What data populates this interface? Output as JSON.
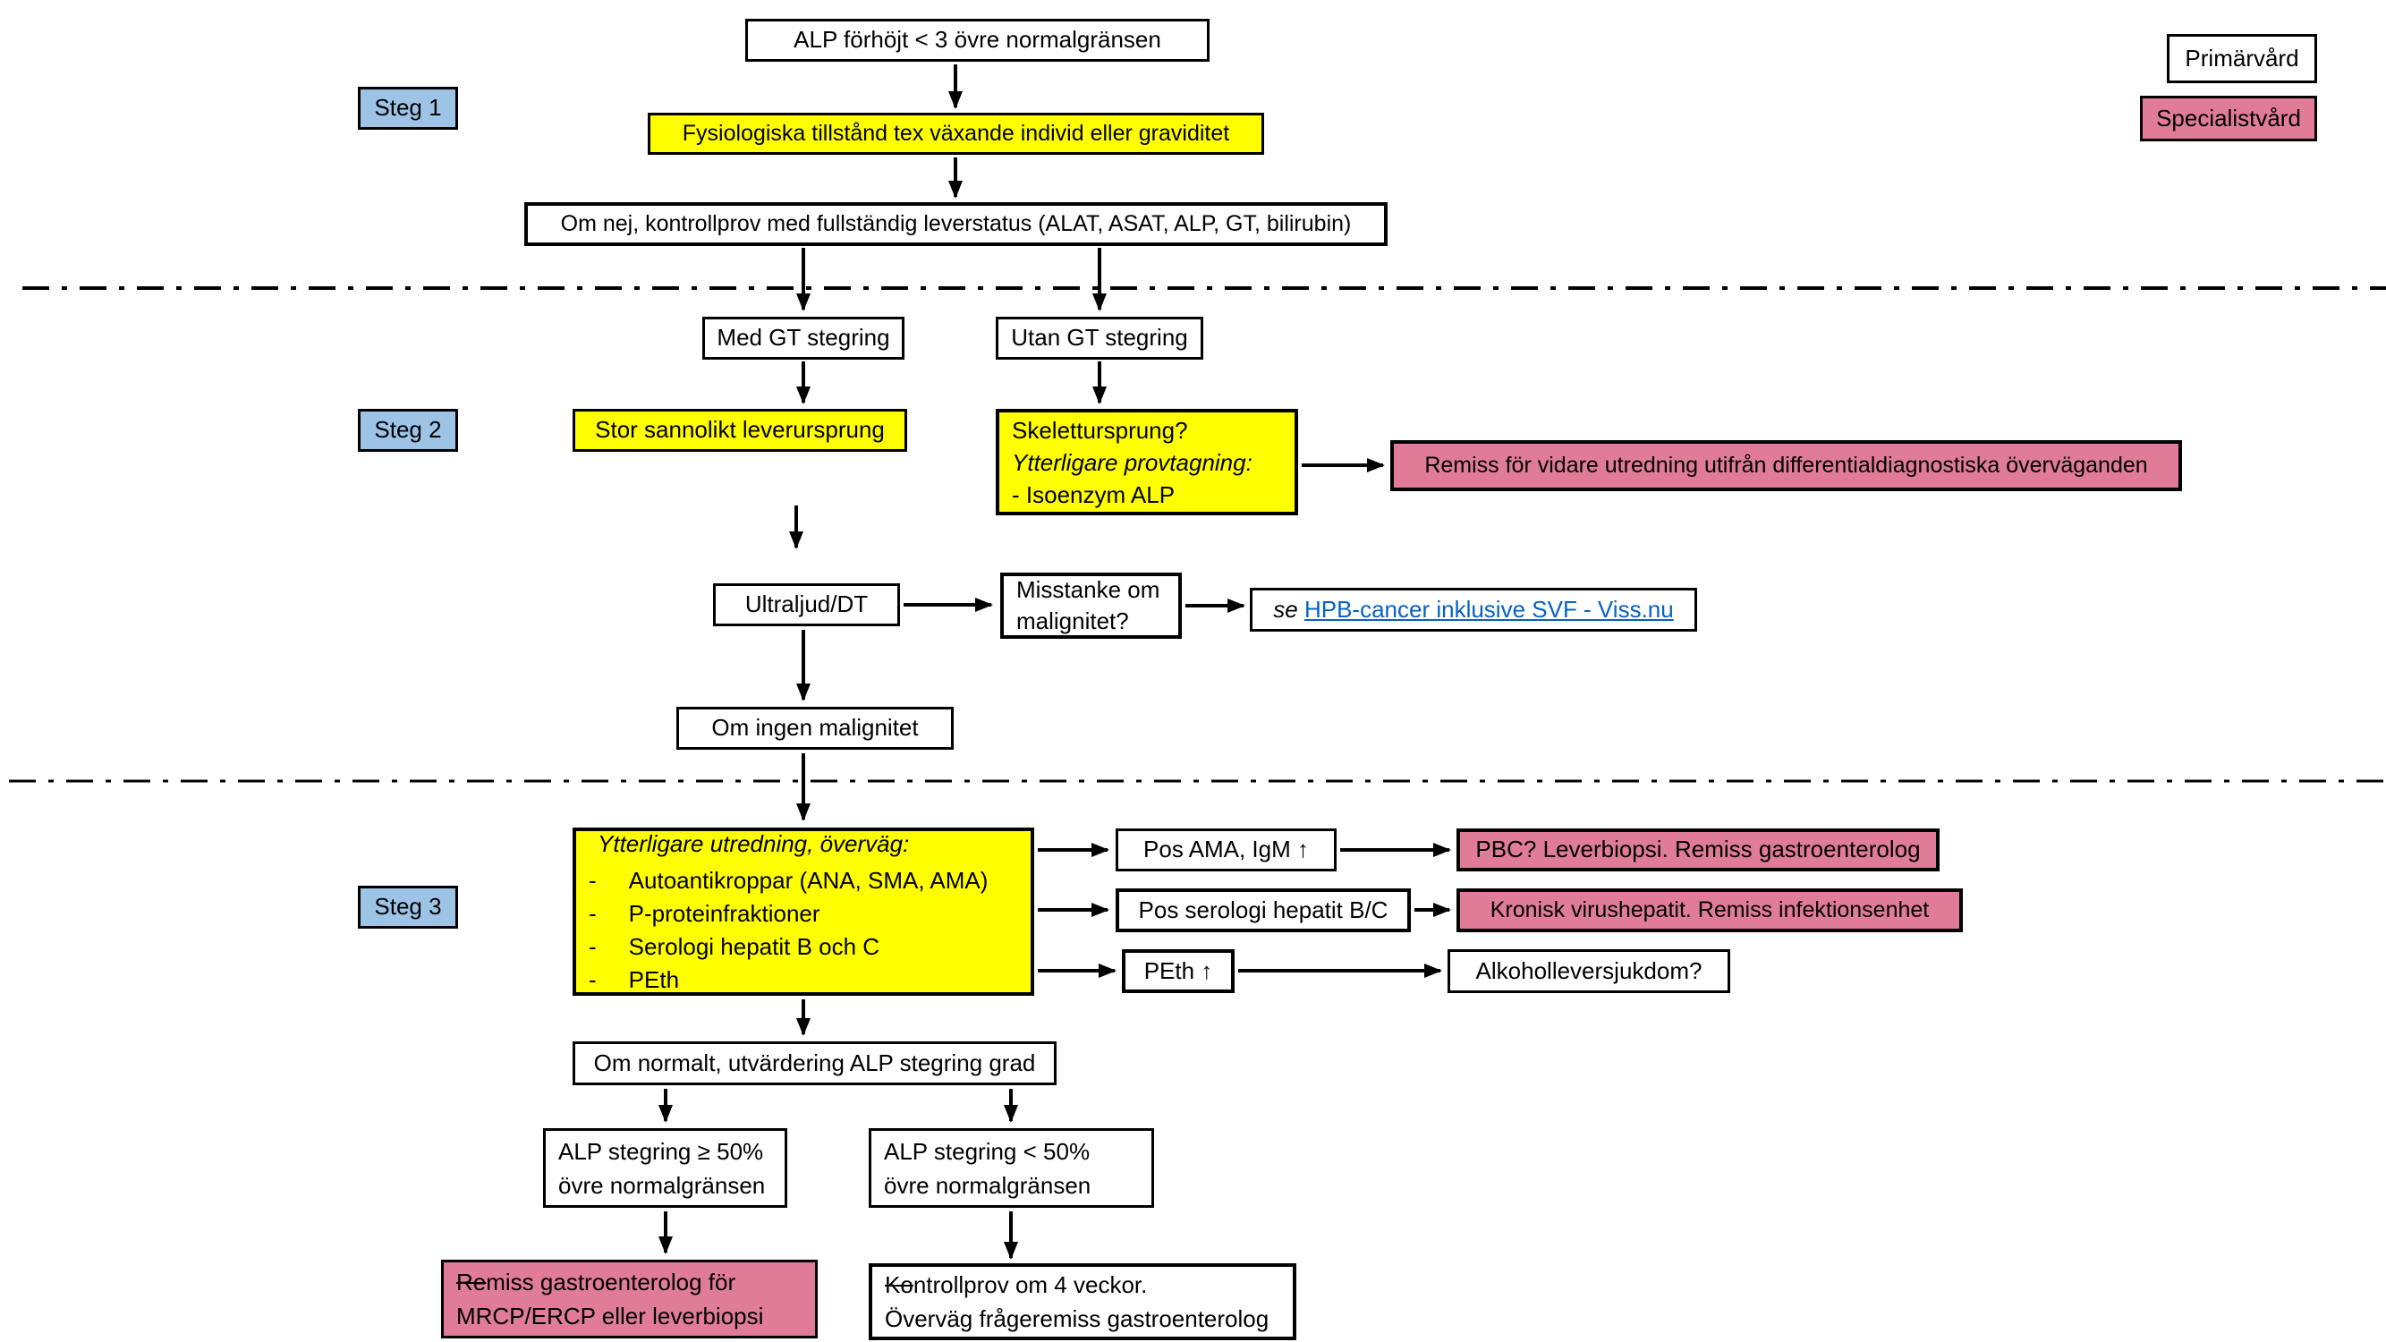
{
  "colors": {
    "yellow": "#FFFF00",
    "blue": "#9DC3E6",
    "pink": "#E07C98",
    "link_blue": "#0563C1",
    "border": "#000000"
  },
  "legend": {
    "primary": "Primärvård",
    "specialist": "Specialistvård"
  },
  "steps": {
    "step1": "Steg 1",
    "step2": "Steg 2",
    "step3": "Steg 3"
  },
  "bullet": "-",
  "boxes": {
    "alp_title": "ALP förhöjt < 3 övre normalgränsen",
    "fysiologiska": "Fysiologiska tillstånd tex växande individ eller graviditet",
    "om_nej": "Om nej, kontrollprov med fullständig leverstatus (ALAT, ASAT, ALP, GT, bilirubin)",
    "med_gt": "Med GT stegring",
    "utan_gt": "Utan GT stegring",
    "stor_sannolikt": "Stor sannolikt leverursprung",
    "skelett_line1": "Skelettursprung?",
    "skelett_line2": "Ytterligare provtagning:",
    "skelett_line3": "- Isoenzym ALP",
    "remiss_vidare": "Remiss för vidare utredning utifrån differentialdiagnostiska överväganden",
    "ultraljud": "Ultraljud/DT",
    "misstanke_line1": "Misstanke om",
    "misstanke_line2": "malignitet?",
    "se_prefix": "se",
    "hpb_link": "HPB-cancer inklusive SVF - Viss.nu",
    "om_ingen": "Om ingen malignitet",
    "ytterligare_header": "Ytterligare utredning, överväg:",
    "ytterligare_items": [
      "Autoantikroppar (ANA, SMA, AMA)",
      "P-proteinfraktioner",
      "Serologi hepatit B och C",
      "PEth"
    ],
    "pos_ama": "Pos AMA, IgM ↑",
    "pbc": "PBC? Leverbiopsi. Remiss gastroenterolog",
    "pos_serologi": "Pos serologi hepatit B/C",
    "kronisk": "Kronisk virushepatit. Remiss infektionsenhet",
    "peth": "PEth ↑",
    "alkohol": "Alkoholleversjukdom?",
    "om_normalt": "Om normalt, utvärdering ALP stegring grad",
    "alp_ge_line1": "ALP stegring ≥ 50%",
    "alp_ge_line2": "övre normalgränsen",
    "alp_lt_line1": "ALP stegring < 50%",
    "alp_lt_line2": "övre normalgränsen",
    "remiss_gastro_strike": "Re",
    "remiss_gastro_rest": "miss gastroenterolog för",
    "remiss_gastro_line2": "MRCP/ERCP eller leverbiopsi",
    "kontrollprov4_strike": "Ko",
    "kontrollprov4_rest": "ntrollprov om 4 veckor.",
    "kontrollprov4_line2": "Överväg frågeremiss gastroenterolog"
  }
}
